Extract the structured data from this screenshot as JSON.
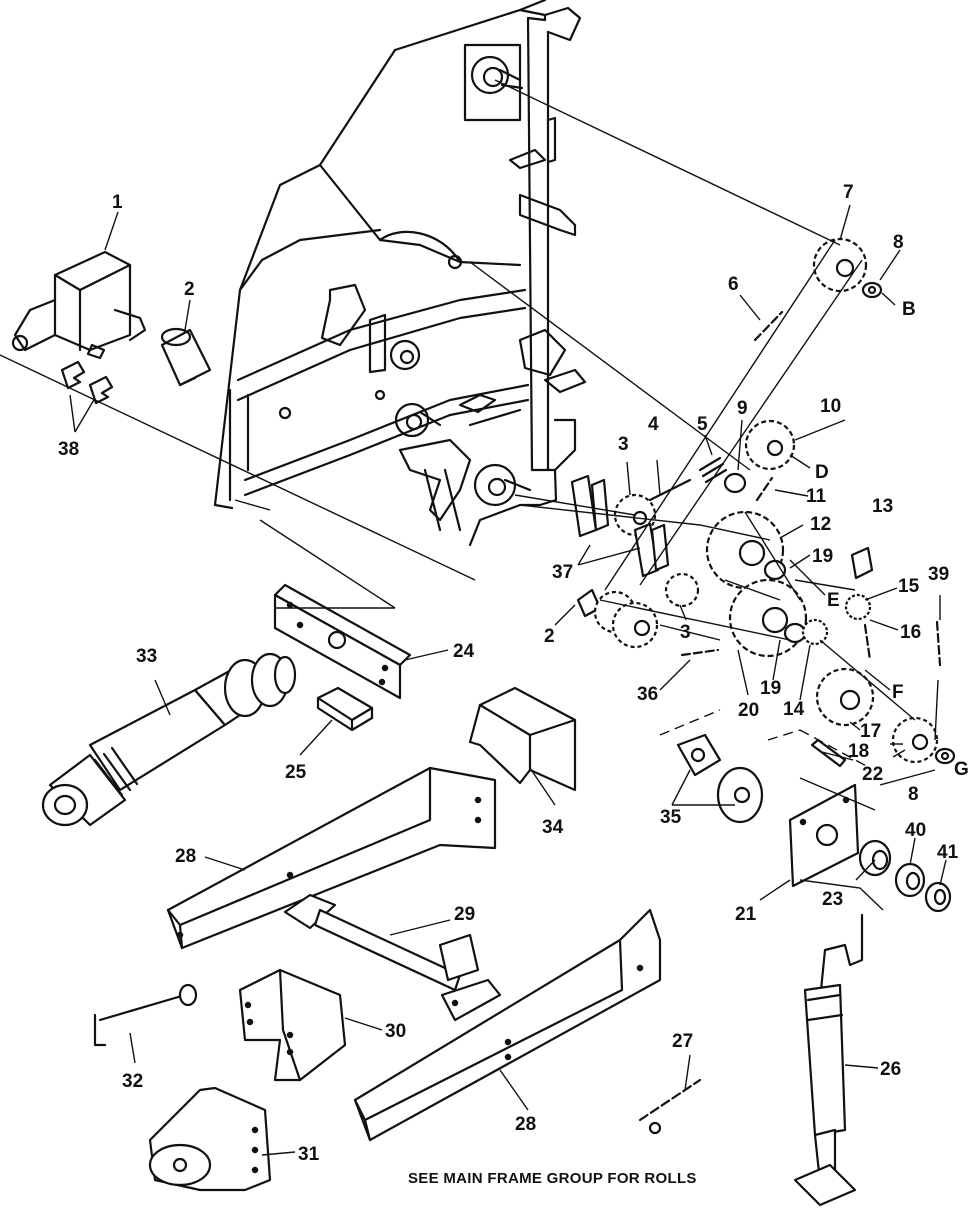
{
  "callouts": {
    "c1": "1",
    "c2a": "2",
    "c2b": "2",
    "c3a": "3",
    "c3b": "3",
    "c4": "4",
    "c5": "5",
    "c6": "6",
    "c7": "7",
    "c8a": "8",
    "c8b": "8",
    "c9": "9",
    "c10": "10",
    "c11": "11",
    "c12": "12",
    "c13": "13",
    "c14": "14",
    "c15": "15",
    "c16": "16",
    "c17": "17",
    "c18": "18",
    "c19a": "19",
    "c19b": "19",
    "c20": "20",
    "c21": "21",
    "c22": "22",
    "c23": "23",
    "c24": "24",
    "c25": "25",
    "c26": "26",
    "c27": "27",
    "c28a": "28",
    "c28b": "28",
    "c29": "29",
    "c30": "30",
    "c31": "31",
    "c32": "32",
    "c33": "33",
    "c34": "34",
    "c35": "35",
    "c36": "36",
    "c37": "37",
    "c38": "38",
    "c39": "39",
    "c40": "40",
    "c41": "41"
  },
  "letters": {
    "B": "B",
    "D": "D",
    "E": "E",
    "F": "F",
    "G": "G"
  },
  "footnote": "SEE MAIN FRAME GROUP FOR ROLLS"
}
